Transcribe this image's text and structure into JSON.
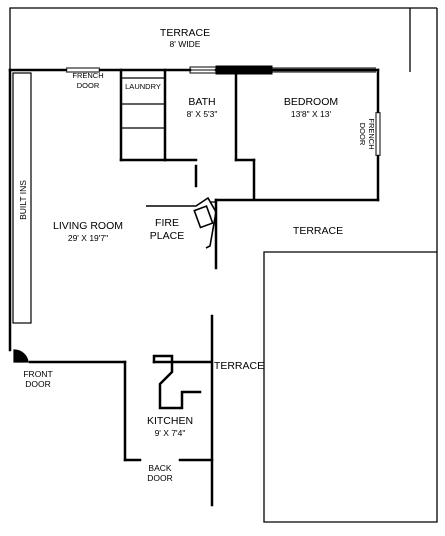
{
  "plan": {
    "terrace_top": {
      "name": "TERRACE",
      "size": "8' WIDE"
    },
    "french_door_top": [
      "FRENCH",
      "DOOR"
    ],
    "laundry": "LAUNDRY",
    "bath": {
      "name": "BATH",
      "size": "8' X 5'3\""
    },
    "bedroom": {
      "name": "BEDROOM",
      "size": "13'8\" X 13'"
    },
    "french_door_side": [
      "FRENCH",
      "DOOR"
    ],
    "built_ins": "BUILT INS",
    "living_room": {
      "name": "LIVING ROOM",
      "size": "29' X 19'7\""
    },
    "fireplace": [
      "FIRE",
      "PLACE"
    ],
    "terrace_mid": "TERRACE",
    "front_door": [
      "FRONT",
      "DOOR"
    ],
    "terrace_low": "TERRACE",
    "kitchen": {
      "name": "KITCHEN",
      "size": "9' X 7'4\""
    },
    "back_door": [
      "BACK",
      "DOOR"
    ]
  }
}
